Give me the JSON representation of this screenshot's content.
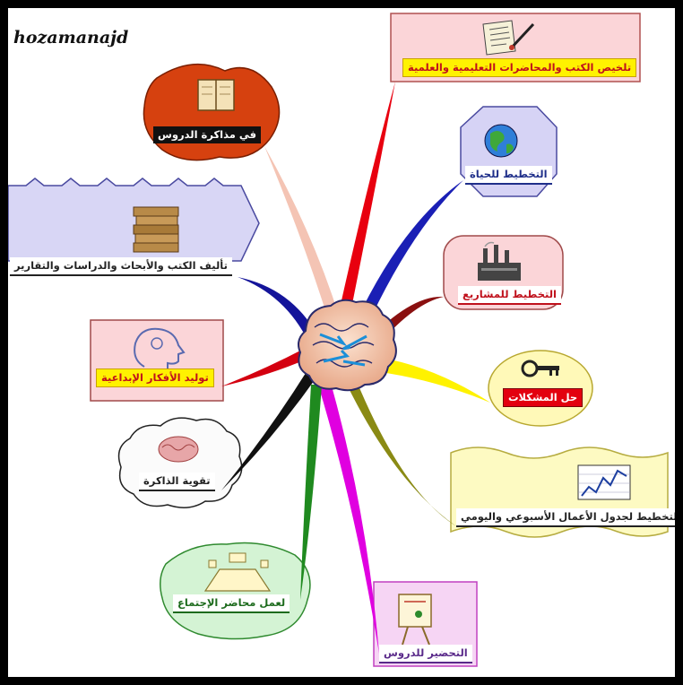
{
  "watermark": "hozamanajd",
  "branches": {
    "summarize_books": "تلخيص الكتب والمحاضرات التعليمية والعلمية",
    "life_planning": "التخطيط للحياة",
    "project_planning": "التخطيط للمشاريع",
    "problem_solving": "حل المشكلات",
    "schedule_planning": "التخطيط لجدول الأعمال الأسبوعي واليومي",
    "lesson_prep": "التحضير للدروس",
    "meeting_minutes": "لعمل محاضر الإجتماع",
    "memory": "تقوية الذاكرة",
    "creative_ideas": "توليد الأفكار الإبداعية",
    "authoring": "تأليف الكتب والأبحاث والدراسات والتقارير",
    "studying": "في مذاكرة الدروس"
  },
  "colors": {
    "branch_red": "#e8000f",
    "branch_blue": "#1a1fb5",
    "branch_maroon": "#8a1010",
    "branch_yellow": "#fff200",
    "branch_olive": "#8a8a14",
    "branch_magenta": "#e000e0",
    "branch_green": "#1f8a1f",
    "branch_black": "#111111",
    "branch_peach": "#f4c4b4"
  }
}
